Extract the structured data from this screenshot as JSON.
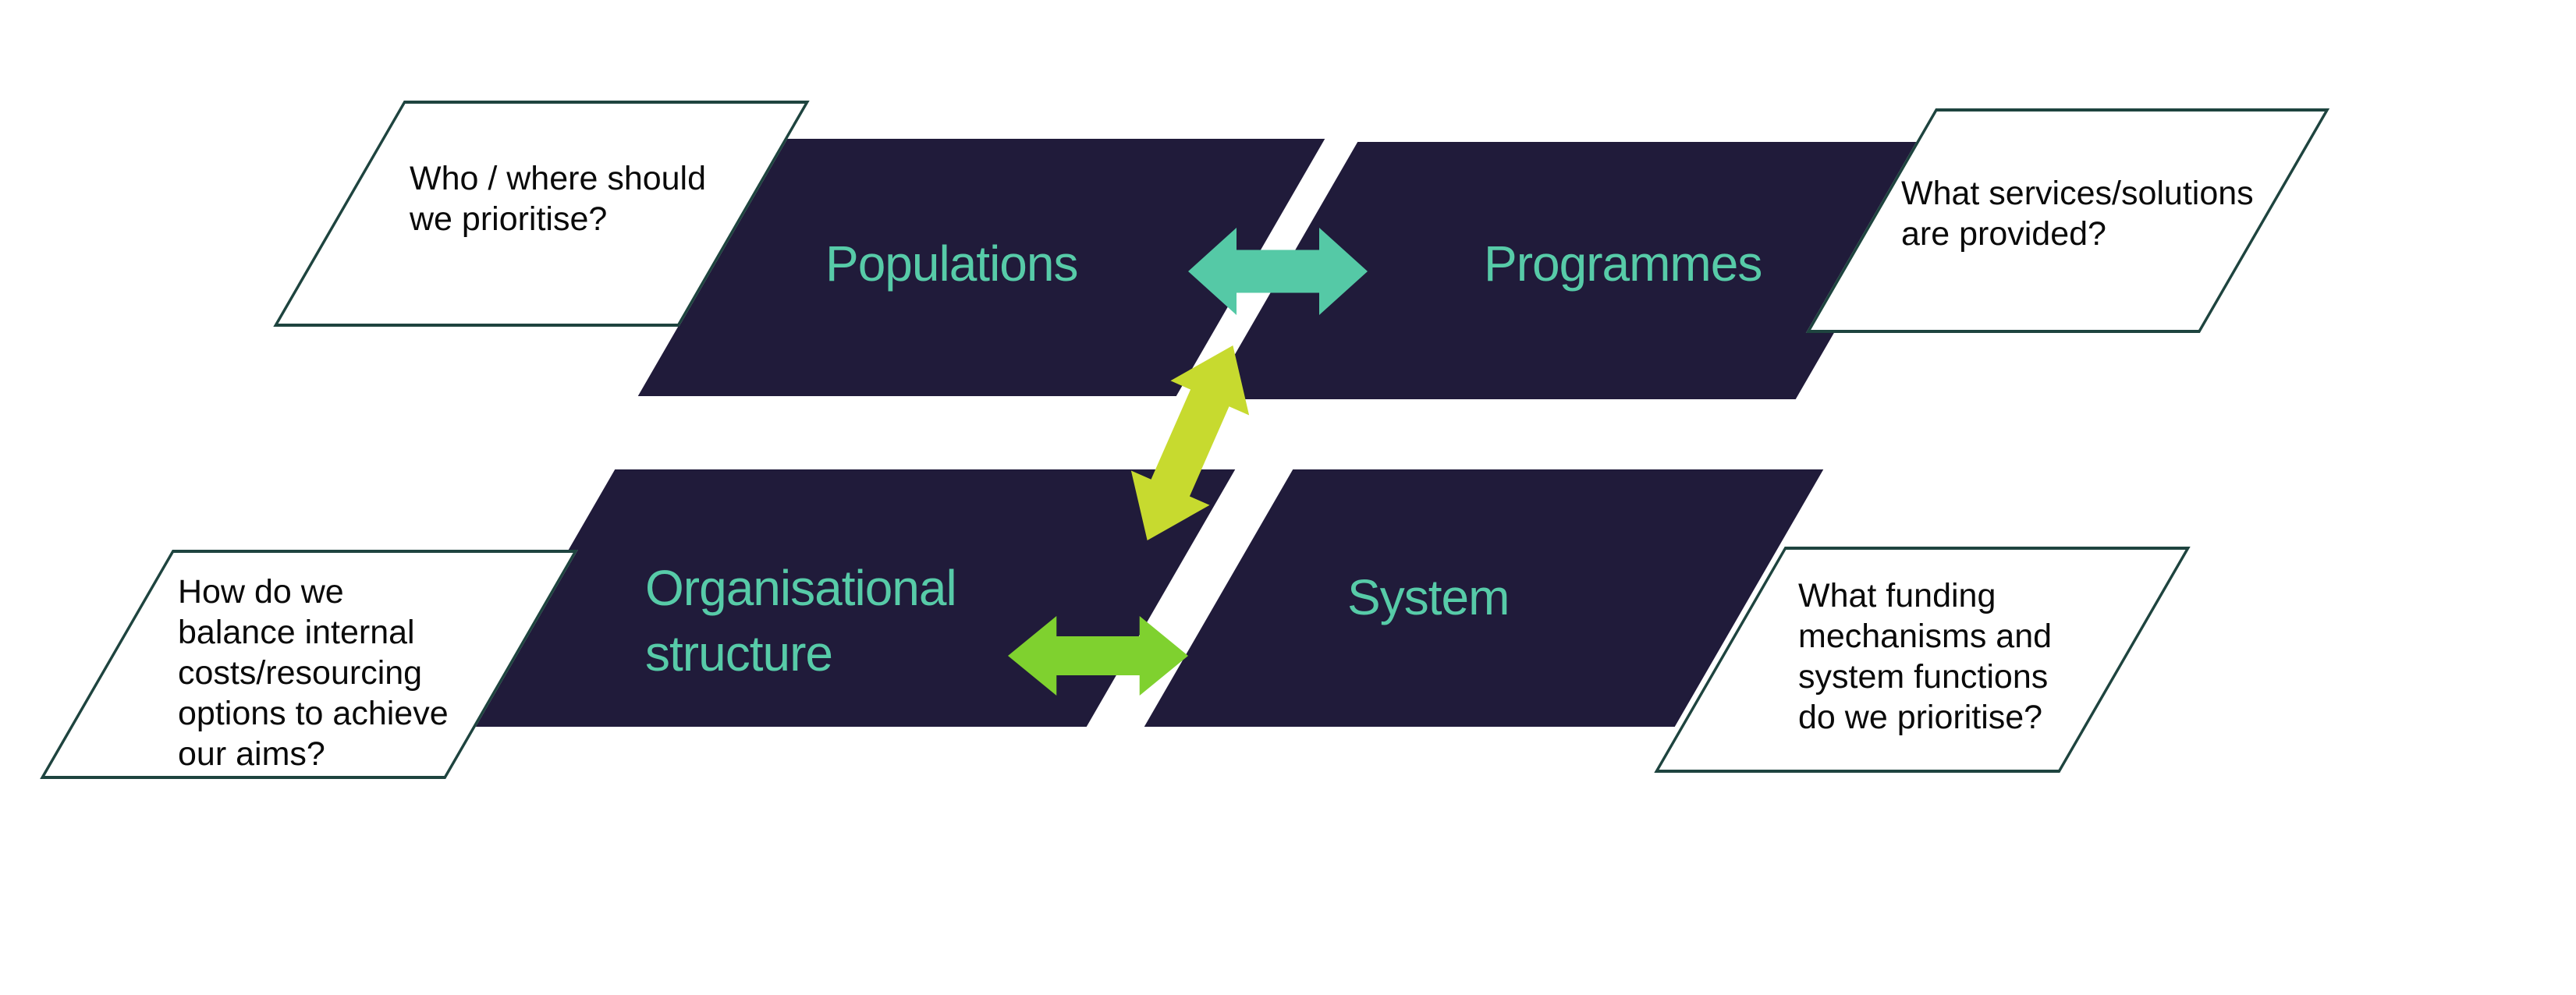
{
  "canvas": {
    "background": "#ffffff"
  },
  "colors": {
    "shape_fill": "#201B3A",
    "label_teal": "#57CBA8",
    "note_border": "#1E443F",
    "note_text": "#0A0A0A",
    "arrow_teal": "#55C9A6",
    "arrow_chartreuse": "#C7DA2F",
    "arrow_green": "#7FD12F"
  },
  "shapes": {
    "populations": {
      "label": "Populations"
    },
    "programmes": {
      "label": "Programmes"
    },
    "organisational_structure": {
      "label": "Organisational\nstructure"
    },
    "system": {
      "label": "System"
    }
  },
  "notes": {
    "q1": {
      "text": "Who / where should\nwe prioritise?"
    },
    "q2": {
      "text": "What services/solutions\nare provided?"
    },
    "q3": {
      "text": "How do we\nbalance internal\ncosts/resourcing\noptions to achieve\nour aims?"
    },
    "q4": {
      "text": "What funding\nmechanisms and\nsystem functions\ndo we prioritise?"
    }
  },
  "arrows": {
    "populations_programmes": {
      "icon": "double-arrow-horizontal-icon",
      "color": "#55C9A6"
    },
    "populations_org_structure": {
      "icon": "double-arrow-diagonal-icon",
      "color": "#C7DA2F"
    },
    "org_structure_system": {
      "icon": "double-arrow-horizontal-icon",
      "color": "#7FD12F"
    }
  }
}
